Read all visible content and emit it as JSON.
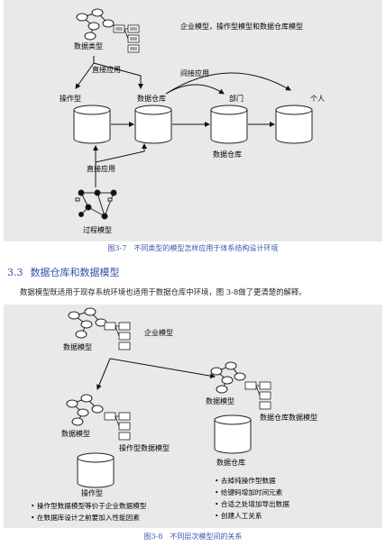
{
  "figure1": {
    "labels": {
      "data_type": "数据类型",
      "enterprise_note": "企业模型，操作型模型和数据仓库模型",
      "direct_apply_top": "直接应用",
      "indirect_apply": "间接应用",
      "operational": "操作型",
      "data_warehouse": "数据仓库",
      "department": "部门",
      "individual": "个人",
      "dw_bottom": "数据仓库",
      "direct_apply_bottom": "直接应用",
      "process_model": "过程模型"
    },
    "caption": "图3-7　不同类型的模型怎样应用于体系结构设计环境"
  },
  "section": {
    "number": "3.3",
    "title": "数据仓库和数据模型"
  },
  "paragraph": "数据模型既适用于现存系统环境也适用于数据仓库中环境，图 3-8做了更清楚的解释。",
  "figure2": {
    "labels": {
      "data_model_top": "数据模型",
      "enterprise_model": "企业模型",
      "data_model_left": "数据模型",
      "operational_data_model": "操作型数据模型",
      "operational": "操作型",
      "data_model_right": "数据模型",
      "dw_data_model": "数据仓库数据模型",
      "data_warehouse": "数据仓库"
    },
    "left_bullets": [
      "操作型数据模型等价于企业数据模型",
      "在数据库设计之前要加入性能因素"
    ],
    "right_bullets": [
      "去掉纯操作型数据",
      "给键码增加时间元素",
      "合适之处增加导出数据",
      "创建人工关系"
    ],
    "caption": "图3-8　不同层次模型间的关系"
  }
}
